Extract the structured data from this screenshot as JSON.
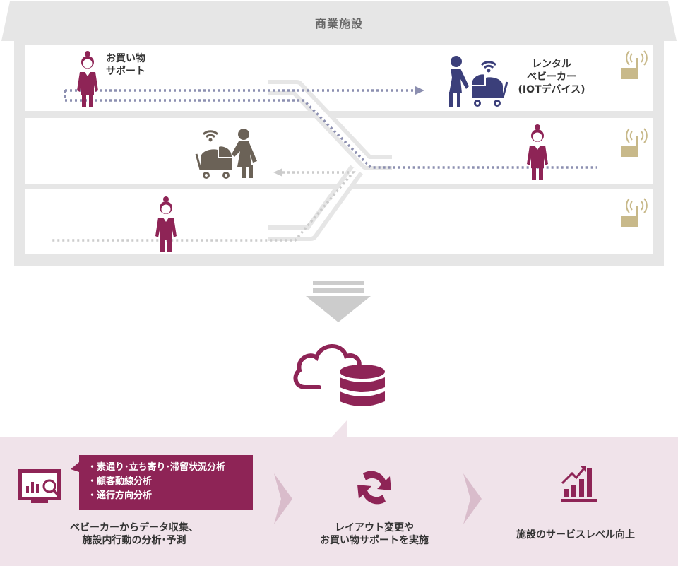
{
  "building": {
    "title": "商業施設"
  },
  "labels": {
    "staff_top": [
      "お買い物",
      "サポート"
    ],
    "stroller": [
      "レンタル",
      "ベビーカー",
      "(IOTデバイス)"
    ]
  },
  "analysis": {
    "bullets": [
      "素通り･立ち寄り･滞留状況分析",
      "顧客動線分析",
      "通行方向分析"
    ],
    "caption": [
      "ベビーカーからデータ収集、",
      "施設内行動の分析･予測"
    ]
  },
  "steps": [
    {
      "label": [
        "レイアウト変更や",
        "お買い物サポートを実施"
      ]
    },
    {
      "label": [
        "施設のサービスレベル向上"
      ]
    }
  ],
  "colors": {
    "accent": "#8e2456",
    "accent_light": "#f0e3ea",
    "navy": "#3b3f7a",
    "taupe": "#6b6257",
    "sensor": "#c8b98a",
    "gray": "#e8e8e8",
    "path": "#8c8fb0"
  },
  "icons": [
    "person-icon",
    "stroller-icon",
    "wifi-icon",
    "sensor-icon",
    "cloud-icon",
    "database-icon",
    "monitor-analytics-icon",
    "refresh-icon",
    "growth-chart-icon",
    "down-arrow-icon",
    "chevron-right-icon"
  ]
}
